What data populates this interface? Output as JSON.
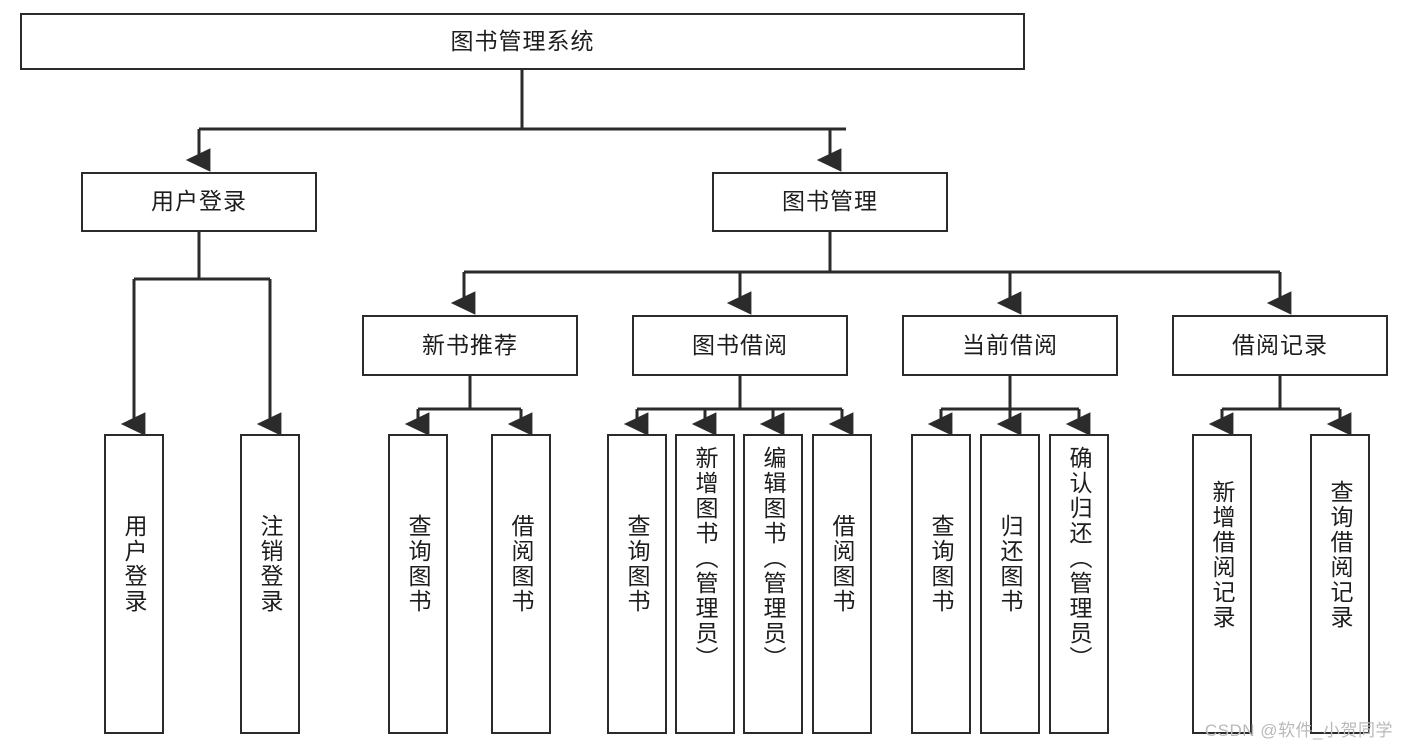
{
  "diagram": {
    "type": "tree-hierarchy-chart",
    "title": "图书管理系统",
    "orientation": "top-down",
    "colors": {
      "box_border": "#2b2b2b",
      "box_fill": "#ffffff",
      "connector": "#2b2b2b",
      "text": "#1d1d1d",
      "watermark": "#b9b9b9",
      "background": "#ffffff"
    },
    "levels": [
      {
        "level": 1,
        "nodes": [
          {
            "id": "root",
            "label": "图书管理系统",
            "text_direction": "horizontal"
          }
        ]
      },
      {
        "level": 2,
        "nodes": [
          {
            "id": "user-login",
            "label": "用户登录",
            "text_direction": "horizontal",
            "parent": "root"
          },
          {
            "id": "book-manage",
            "label": "图书管理",
            "text_direction": "horizontal",
            "parent": "root"
          }
        ]
      },
      {
        "level": 3,
        "nodes": [
          {
            "id": "new-book-recommend",
            "label": "新书推荐",
            "text_direction": "horizontal",
            "parent": "book-manage"
          },
          {
            "id": "book-borrow",
            "label": "图书借阅",
            "text_direction": "horizontal",
            "parent": "book-manage"
          },
          {
            "id": "current-borrow",
            "label": "当前借阅",
            "text_direction": "horizontal",
            "parent": "book-manage"
          },
          {
            "id": "borrow-record",
            "label": "借阅记录",
            "text_direction": "horizontal",
            "parent": "book-manage"
          }
        ]
      },
      {
        "level": 4,
        "nodes": [
          {
            "id": "leaf-user-login",
            "label": "用户登录",
            "text_direction": "vertical",
            "parent": "user-login"
          },
          {
            "id": "leaf-user-logout",
            "label": "注销登录",
            "text_direction": "vertical",
            "parent": "user-login"
          },
          {
            "id": "leaf-query-book-1",
            "label": "查询图书",
            "text_direction": "vertical",
            "parent": "new-book-recommend"
          },
          {
            "id": "leaf-borrow-book-1",
            "label": "借阅图书",
            "text_direction": "vertical",
            "parent": "new-book-recommend"
          },
          {
            "id": "leaf-query-book-2",
            "label": "查询图书",
            "text_direction": "vertical",
            "parent": "book-borrow"
          },
          {
            "id": "leaf-add-book",
            "label": "新增图书（管理员）",
            "text_direction": "vertical",
            "parent": "book-borrow"
          },
          {
            "id": "leaf-edit-book",
            "label": "编辑图书（管理员）",
            "text_direction": "vertical",
            "parent": "book-borrow"
          },
          {
            "id": "leaf-borrow-book-2",
            "label": "借阅图书",
            "text_direction": "vertical",
            "parent": "book-borrow"
          },
          {
            "id": "leaf-query-book-3",
            "label": "查询图书",
            "text_direction": "vertical",
            "parent": "current-borrow"
          },
          {
            "id": "leaf-return-book",
            "label": "归还图书",
            "text_direction": "vertical",
            "parent": "current-borrow"
          },
          {
            "id": "leaf-confirm-return",
            "label": "确认归还（管理员）",
            "text_direction": "vertical",
            "parent": "current-borrow"
          },
          {
            "id": "leaf-add-record",
            "label": "新增借阅记录",
            "text_direction": "vertical",
            "parent": "borrow-record"
          },
          {
            "id": "leaf-query-record",
            "label": "查询借阅记录",
            "text_direction": "vertical",
            "parent": "borrow-record"
          }
        ]
      }
    ]
  },
  "watermark": {
    "text": "CSDN @软件_小贺同学"
  }
}
